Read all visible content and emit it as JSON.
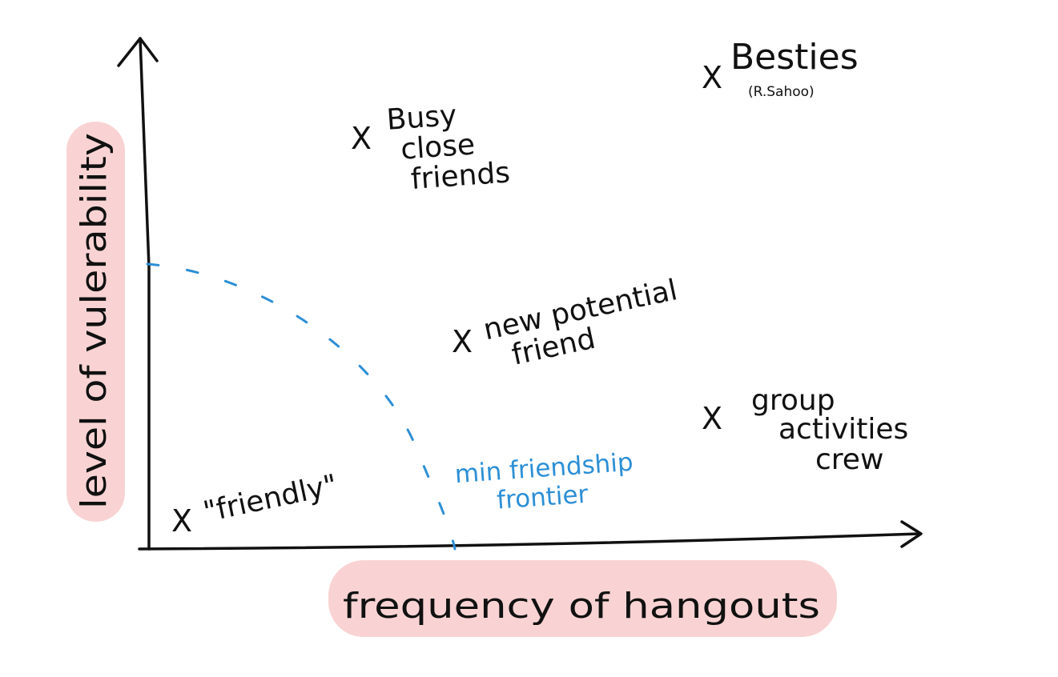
{
  "axes": {
    "x_label": "frequency of hangouts",
    "y_label": "level of vulerability",
    "highlight_color": "#f9d3d3",
    "ink_color": "#111111"
  },
  "points": {
    "besties": {
      "marker": "X",
      "label": "Besties",
      "sublabel": "(R.Sahoo)"
    },
    "busy_close_friends": {
      "marker": "X",
      "line1": "Busy",
      "line2": "close",
      "line3": "friends"
    },
    "new_potential_friend": {
      "marker": "X",
      "line1": "new potential",
      "line2": "friend"
    },
    "group_activities_crew": {
      "marker": "X",
      "line1": "group",
      "line2": "activities",
      "line3": "crew"
    },
    "friendly": {
      "marker": "X",
      "label": "\"friendly\""
    }
  },
  "frontier": {
    "line1": "min friendship",
    "line2": "frontier",
    "color": "#2d8fd6"
  }
}
